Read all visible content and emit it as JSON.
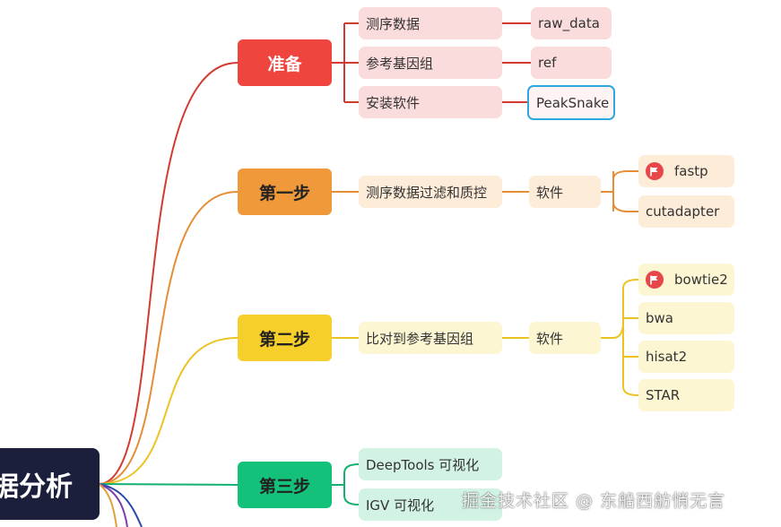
{
  "mindmap": {
    "root": {
      "label": "据分析"
    },
    "steps": [
      {
        "label": "准备",
        "color": "#f0443f",
        "items": [
          {
            "label": "测序数据",
            "child": "raw_data"
          },
          {
            "label": "参考基因组",
            "child": "ref"
          },
          {
            "label": "安装软件",
            "child": "PeakSnake"
          }
        ]
      },
      {
        "label": "第一步",
        "color": "#f0993a",
        "task": "测序数据过滤和质控",
        "software_label": "软件",
        "tools": [
          "fastp",
          "cutadapter"
        ]
      },
      {
        "label": "第二步",
        "color": "#f7cf2a",
        "task": "比对到参考基因组",
        "software_label": "软件",
        "tools": [
          "bowtie2",
          "bwa",
          "hisat2",
          "STAR"
        ]
      },
      {
        "label": "第三步",
        "color": "#13c17a",
        "items": [
          "DeepTools 可视化",
          "IGV 可视化"
        ]
      }
    ]
  },
  "watermark": "掘金技术社区 @ 东船西舫悄无言"
}
